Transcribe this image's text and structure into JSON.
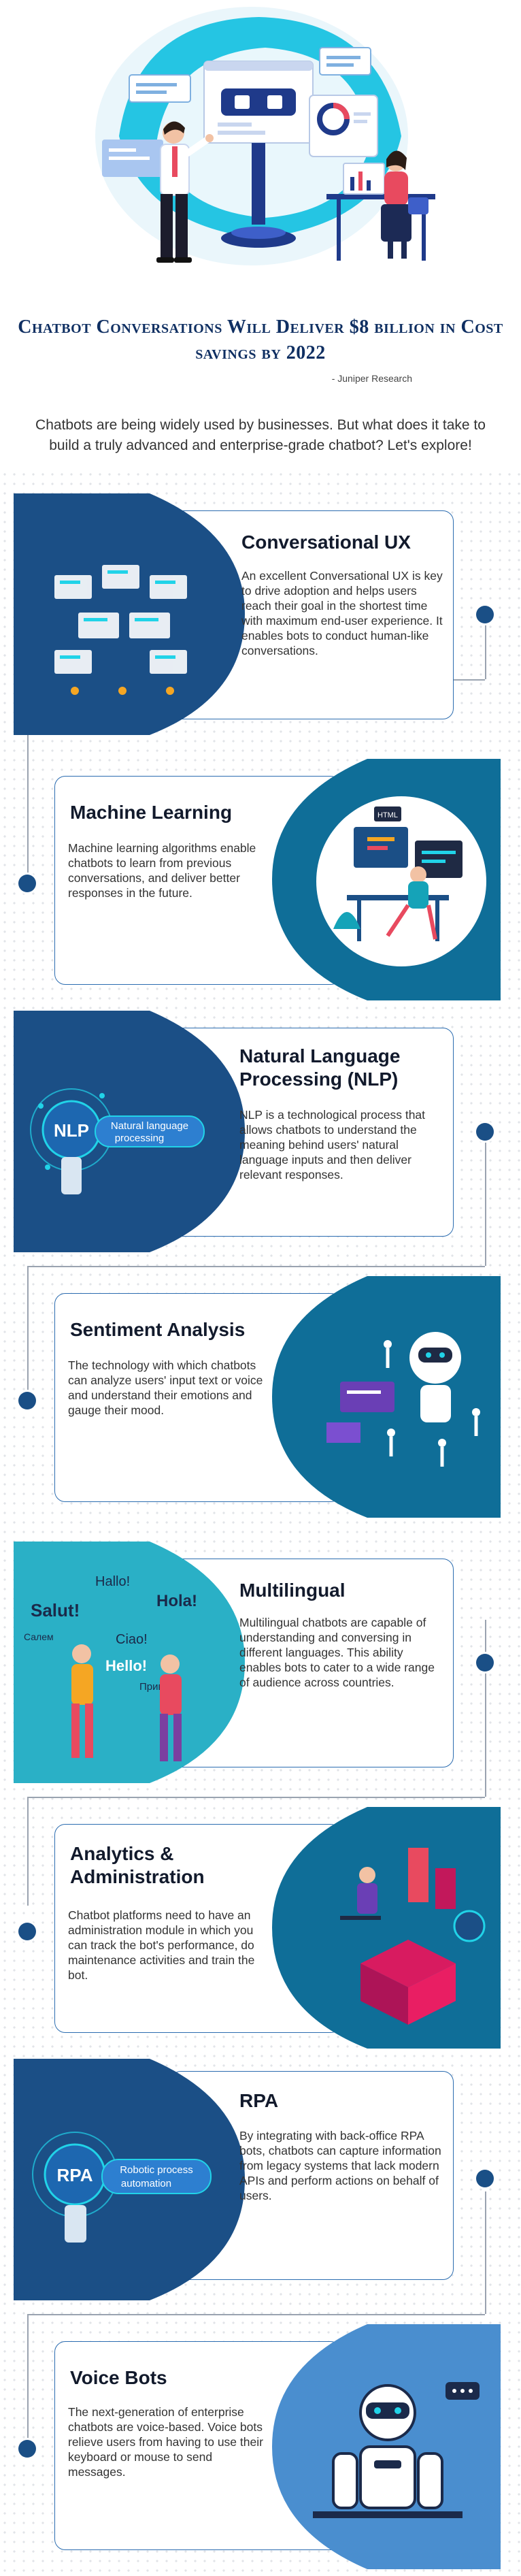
{
  "header": {
    "title": "Chatbot Conversations Will Deliver $8 billion in Cost savings by 2022",
    "source": "- Juniper Research"
  },
  "intro": "Chatbots are being widely used by businesses. But what does it take to build a truly advanced and enterprise-grade chatbot? Let's explore!",
  "sections": [
    {
      "title": "Conversational UX",
      "desc": "An excellent Conversational UX is key to drive adoption and helps users reach their goal in the shortest time with maximum end-user experience. It enables bots to conduct human-like conversations."
    },
    {
      "title": "Machine Learning",
      "desc": "Machine learning algorithms enable chatbots to learn from previous conversations, and deliver better responses in the future."
    },
    {
      "title": "Natural Language Processing (NLP)",
      "desc": "NLP is a technological process that allows chatbots to understand the meaning behind users' natural language inputs and then deliver relevant responses."
    },
    {
      "title": "Sentiment Analysis",
      "desc": "The technology with which chatbots can analyze users' input text or voice and understand their emotions and gauge their mood."
    },
    {
      "title": "Multilingual",
      "desc": "Multilingual chatbots are capable of understanding and conversing in different languages. This ability enables bots to cater to a wide range of audience across countries."
    },
    {
      "title": "Analytics & Administration",
      "desc": "Chatbot platforms need to have an administration module in which you can track the bot's performance, do maintenance activities and train the bot."
    },
    {
      "title": "RPA",
      "desc": "By integrating with back-office RPA bots, chatbots can capture information from legacy systems that lack modern APIs and perform actions on behalf of users."
    },
    {
      "title": "Voice Bots",
      "desc": "The next-generation of enterprise chatbots are voice-based. Voice bots relieve users from having to use their keyboard or mouse to send messages."
    }
  ],
  "illustrations": {
    "nlp_label": "NLP",
    "nlp_caption_1": "Natural language",
    "nlp_caption_2": "processing",
    "rpa_label": "RPA",
    "rpa_caption_1": "Robotic process",
    "rpa_caption_2": "automation",
    "html_tag": "HTML",
    "greetings": [
      "Hallo!",
      "Hola!",
      "Salut!",
      "Ciao!",
      "Hello!",
      "Привет!",
      "Салем"
    ]
  },
  "colors": {
    "title_navy": "#0f2f62",
    "card_border": "#2b6cb0",
    "blob_dark": "#1b4f86",
    "blob_teal": "#0f6e98",
    "blob_bright": "#2f86c8",
    "connector_dot": "#1a4f86"
  }
}
